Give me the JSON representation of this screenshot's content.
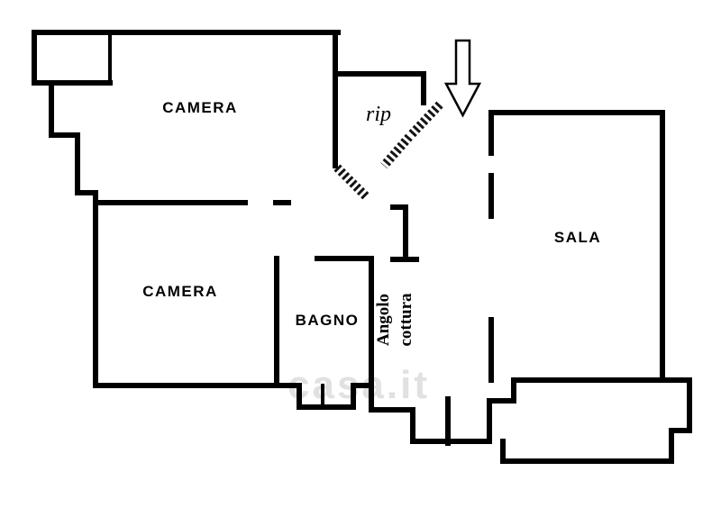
{
  "document": {
    "type": "apartment-floor-plan",
    "background": "#ffffff"
  },
  "labels": {
    "camera_top": "CAMERA",
    "rip": "rip",
    "camera_bottom": "CAMERA",
    "bagno": "BAGNO",
    "angolo_line1": "Angolo",
    "angolo_line2": "cottura",
    "sala": "SALA"
  },
  "watermark": "casa.it",
  "arrow": {
    "meaning": "entrance-direction",
    "direction": "down"
  },
  "colors": {
    "wall": "#000000",
    "background": "#ffffff",
    "watermark": "#c9c9c9"
  }
}
